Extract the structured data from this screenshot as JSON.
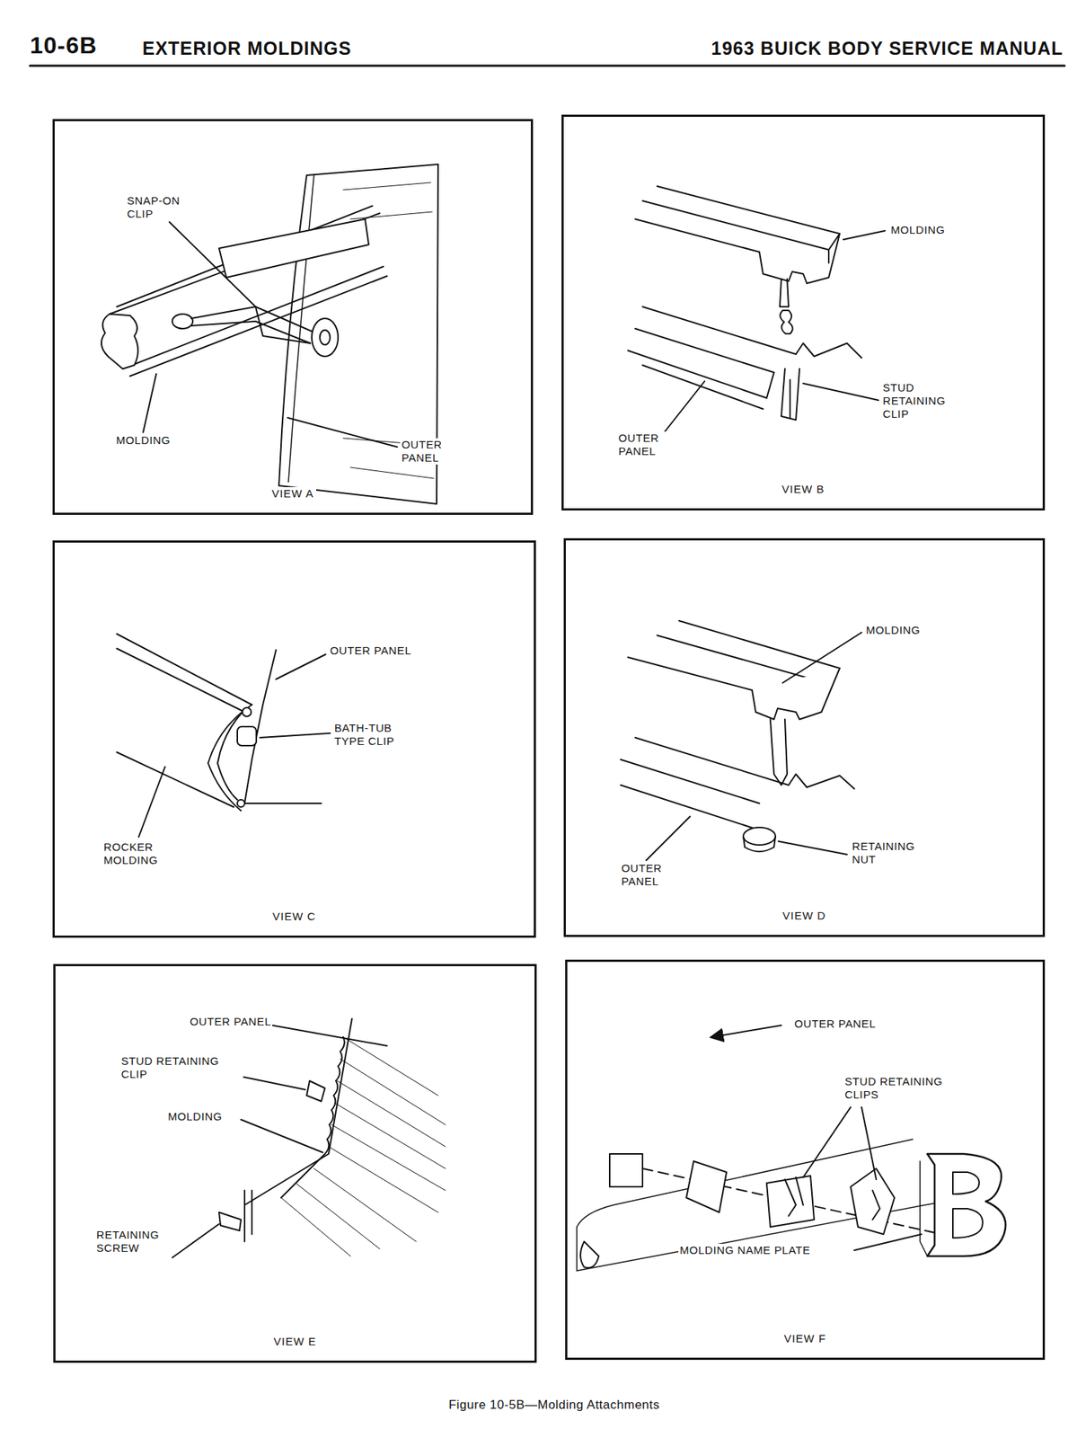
{
  "diagram": {
    "title": "EXTERIOR MOLDINGS",
    "caption": "Figure 10-5B—Molding Attachments",
    "nodes": [
      {
        "text": [
          "VIEW A"
        ]
      },
      {
        "text": [
          "VIEW B"
        ]
      },
      {
        "text": [
          "VIEW C"
        ]
      },
      {
        "text": [
          "VIEW D"
        ]
      },
      {
        "text": [
          "VIEW E"
        ]
      },
      {
        "text": [
          "VIEW F"
        ]
      }
    ],
    "labels": [
      "10-6B",
      "1963 BUICK BODY SERVICE MANUAL",
      "SNAP-ON CLIP",
      "MOLDING",
      "OUTER PANEL",
      "MOLDING",
      "STUD RETAINING CLIP",
      "OUTER PANEL",
      "OUTER PANEL",
      "BATH-TUB TYPE CLIP",
      "ROCKER MOLDING",
      "MOLDING",
      "RETAINING NUT",
      "OUTER PANEL",
      "OUTER PANEL",
      "STUD RETAINING CLIP",
      "MOLDING",
      "RETAINING SCREW",
      "OUTER PANEL",
      "STUD RETAINING CLIPS",
      "MOLDING NAME PLATE"
    ]
  }
}
